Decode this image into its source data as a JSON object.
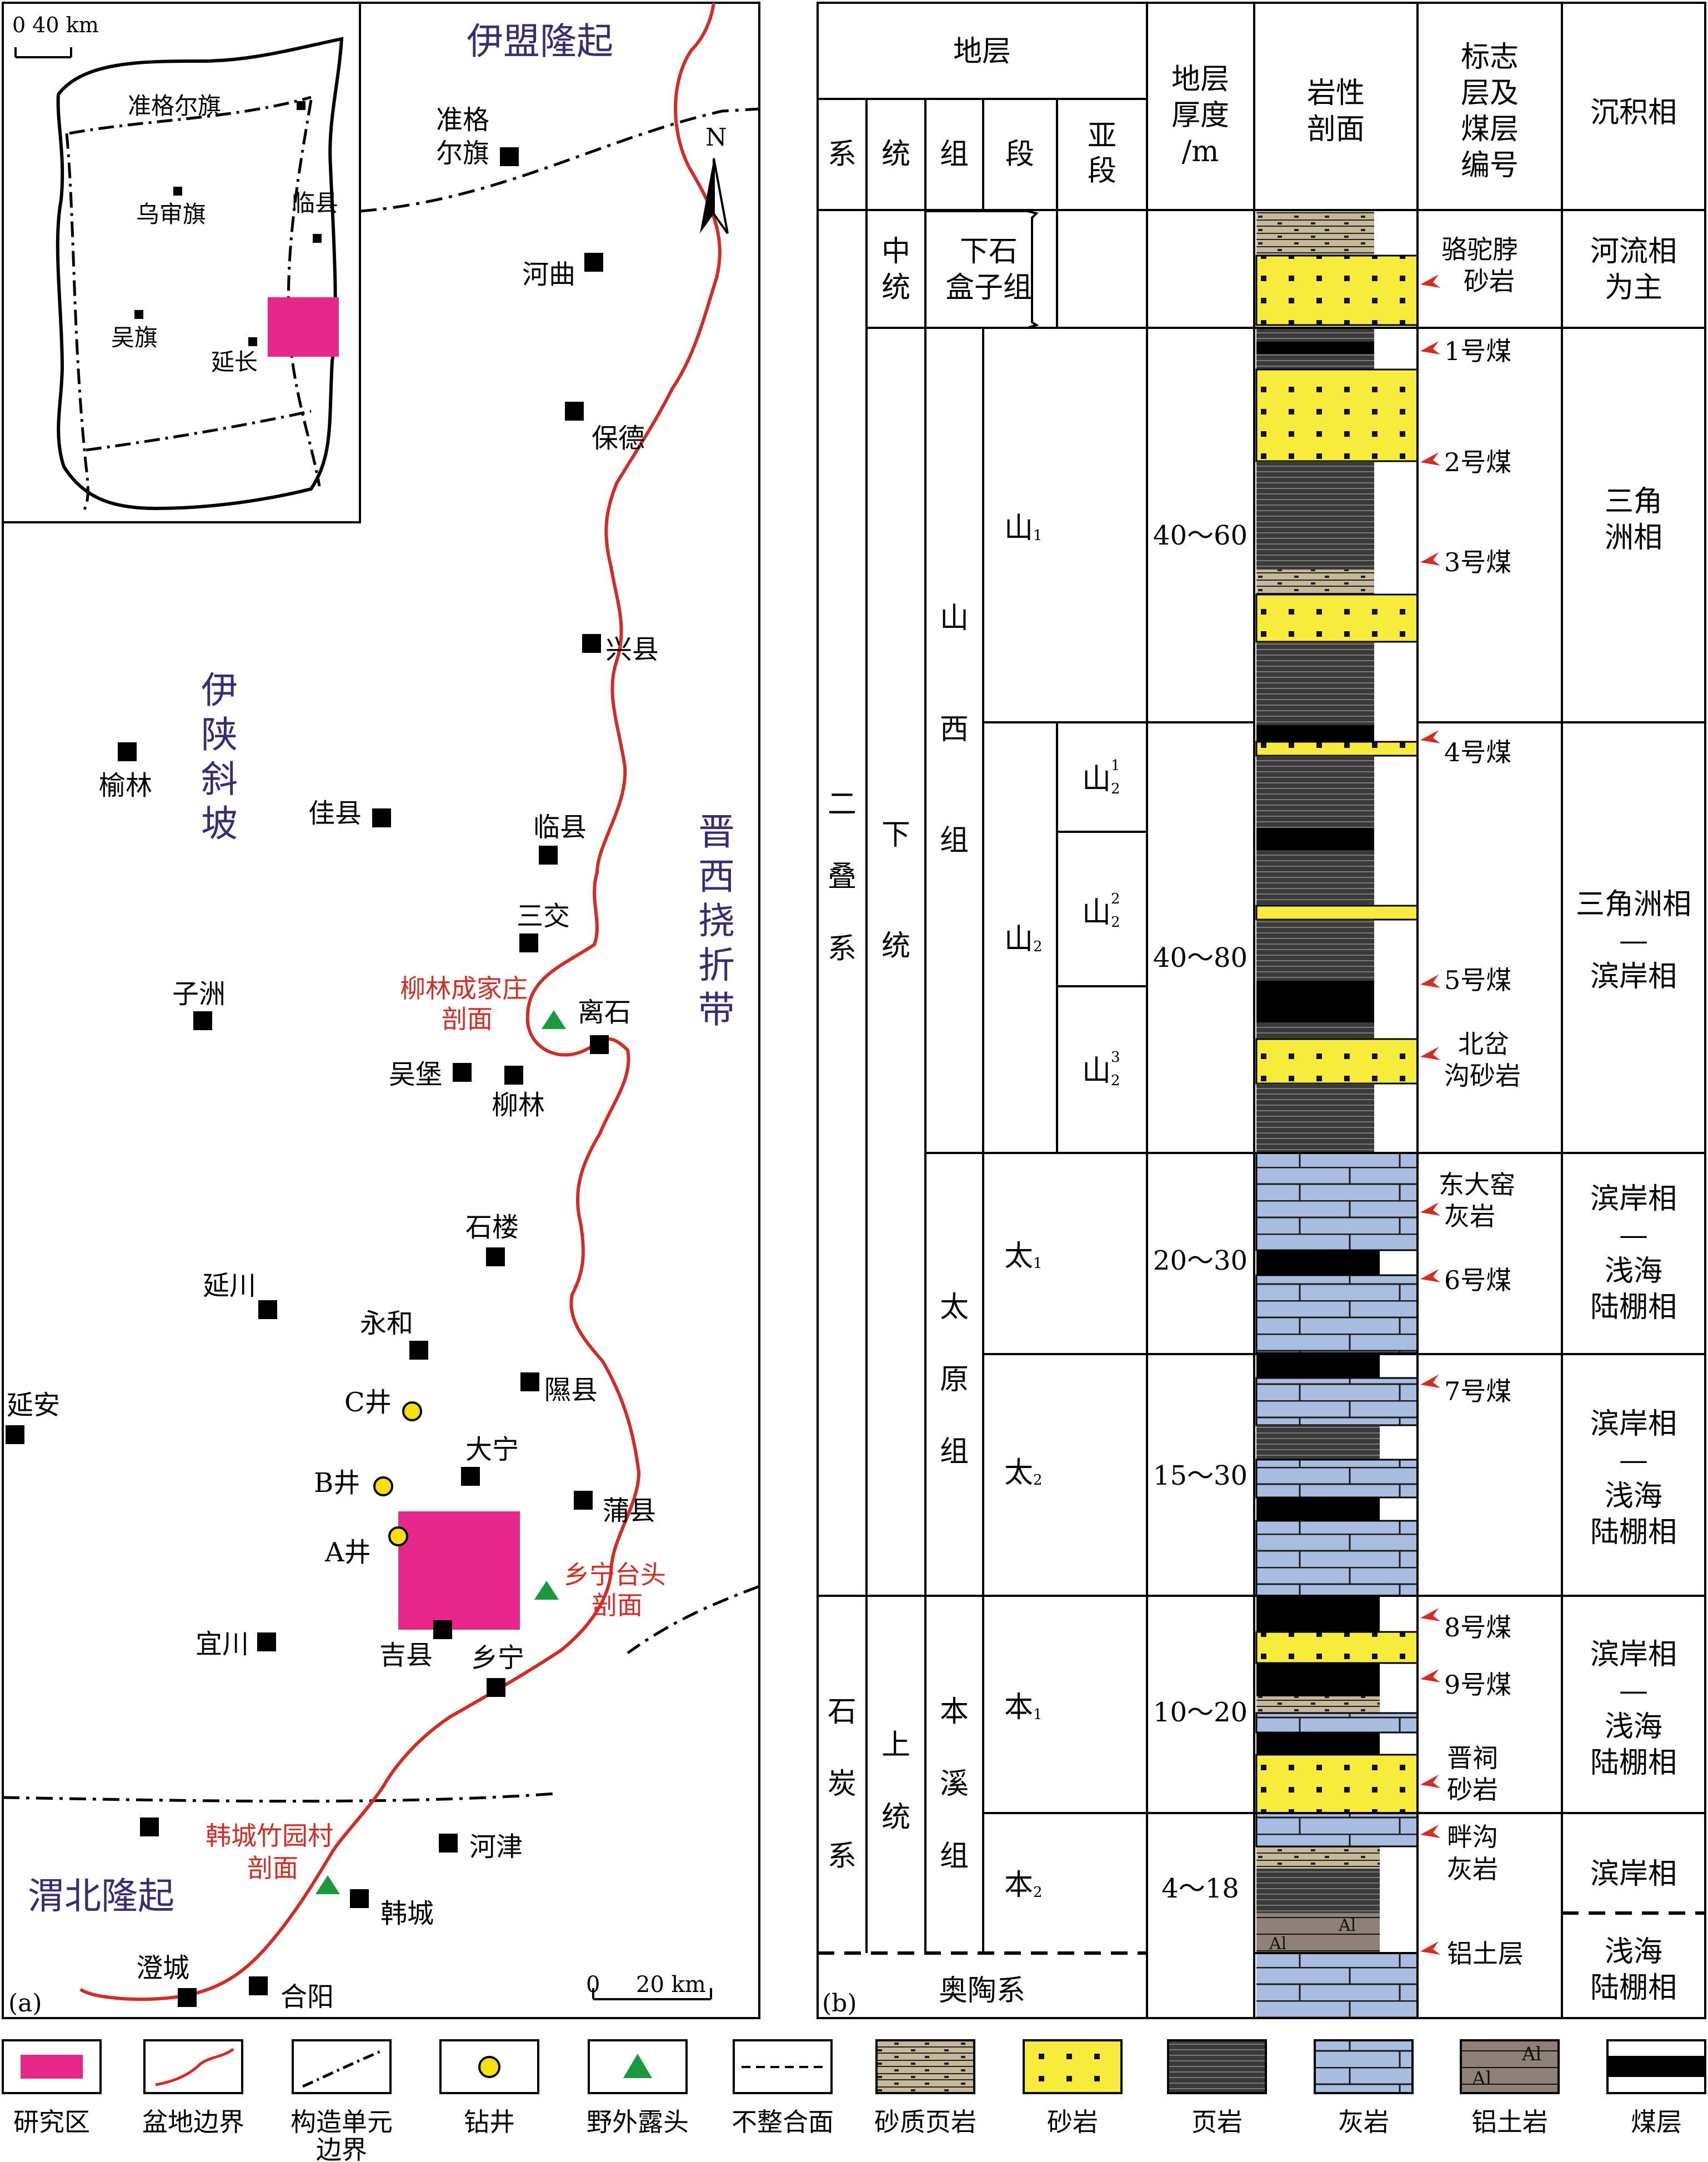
{
  "map": {
    "panel_label": "(a)",
    "regions": {
      "yimeng": "伊盟隆起",
      "yishan": [
        "伊",
        "陕",
        "斜",
        "坡"
      ],
      "jinxi": [
        "晋",
        "西",
        "挠",
        "折",
        "带"
      ],
      "weibei": "渭北隆起"
    },
    "north": "N",
    "scale_main": {
      "zero": "0",
      "value": "20 km"
    },
    "inset": {
      "scale": "0  40 km",
      "labels": [
        "准格尔旗",
        "乌审旗",
        "临县",
        "吴旗",
        "延长"
      ]
    },
    "cities": {
      "zhungeer": [
        "准格",
        "尔旗"
      ],
      "hequ": "河曲",
      "baode": "保德",
      "xingxian": "兴县",
      "yulin": "榆林",
      "jiaxian": "佳县",
      "linxian": "临县",
      "sanjiao": "三交",
      "zizhou": "子洲",
      "lishi": "离石",
      "wubao": "吴堡",
      "liulin": "柳林",
      "shilou": "石楼",
      "yanchuan": "延川",
      "yonghe": "永和",
      "xixian": "隰县",
      "yanan": "延安",
      "daning": "大宁",
      "puxian": "蒲县",
      "yichuan": "宜川",
      "jixian": "吉县",
      "xiangning": "乡宁",
      "hejin": "河津",
      "hancheng": "韩城",
      "chengcheng": "澄城",
      "heyang": "合阳"
    },
    "wells": {
      "c": "C井",
      "b": "B井",
      "a": "A井"
    },
    "sections": {
      "liulin": [
        "柳林成家庄",
        "剖面"
      ],
      "xiangning": [
        "乡宁台头",
        "剖面"
      ],
      "hancheng": [
        "韩城竹园村",
        "剖面"
      ]
    }
  },
  "column": {
    "panel_label": "(b)",
    "headers": {
      "strata": "地层",
      "system": "系",
      "series": "统",
      "formation": "组",
      "member": "段",
      "submember": [
        "亚",
        "段"
      ],
      "thickness": [
        "地层",
        "厚度",
        "/m"
      ],
      "lithology": [
        "岩性",
        "剖面"
      ],
      "marker": [
        "标志",
        "层及",
        "煤层",
        "编号"
      ],
      "facies": "沉积相"
    },
    "systems": {
      "permian": [
        "二",
        "叠",
        "系"
      ],
      "carboniferous": [
        "石",
        "炭",
        "系"
      ]
    },
    "series": {
      "middle": [
        "中",
        "统"
      ],
      "lower": [
        "下",
        "统"
      ],
      "upper": [
        "上",
        "统"
      ]
    },
    "formations": {
      "xiashihezi": [
        "下石",
        "盒子组"
      ],
      "shanxi": [
        "山",
        "西",
        "组"
      ],
      "taiyuan": [
        "太",
        "原",
        "组"
      ],
      "benxi": [
        "本",
        "溪",
        "组"
      ],
      "aotao": "奥陶系"
    },
    "members": {
      "shan1": {
        "main": "山",
        "sub": "1"
      },
      "shan2": {
        "main": "山",
        "sub": "2"
      },
      "tai1": {
        "main": "太",
        "sub": "1"
      },
      "tai2": {
        "main": "太",
        "sub": "2"
      },
      "ben1": {
        "main": "本",
        "sub": "1"
      },
      "ben2": {
        "main": "本",
        "sub": "2"
      }
    },
    "submembers": [
      {
        "main": "山",
        "sup": "1",
        "sub": "2"
      },
      {
        "main": "山",
        "sup": "2",
        "sub": "2"
      },
      {
        "main": "山",
        "sup": "3",
        "sub": "2"
      }
    ],
    "thickness": {
      "shan1": "40～60",
      "shan2": "40～80",
      "tai1": "20～30",
      "tai2": "15～30",
      "ben1": "10～20",
      "ben2": "4～18"
    },
    "markers": {
      "luotuobo": [
        "骆驼脖",
        "砂岩"
      ],
      "coal1": "1号煤",
      "coal2": "2号煤",
      "coal3": "3号煤",
      "coal4": "4号煤",
      "coal5": "5号煤",
      "beicha": [
        "北岔",
        "沟砂岩"
      ],
      "dongdayao": [
        "东大窑",
        "灰岩"
      ],
      "coal6": "6号煤",
      "coal7": "7号煤",
      "coal8": "8号煤",
      "coal9": "9号煤",
      "jinci": [
        "晋祠",
        "砂岩"
      ],
      "pangou": [
        "畔沟",
        "灰岩"
      ],
      "lvtu": "铝土层"
    },
    "facies": {
      "river": [
        "河流相",
        "为主"
      ],
      "delta": [
        "三角",
        "洲相"
      ],
      "delta_coast": [
        "三角洲相",
        "—",
        "滨岸相"
      ],
      "coast_shelf_1": [
        "滨岸相",
        "—",
        "浅海",
        "陆棚相"
      ],
      "coast_shelf_2": [
        "滨岸相",
        "—",
        "浅海",
        "陆棚相"
      ],
      "coast_shelf_3": [
        "滨岸相",
        "—",
        "浅海",
        "陆棚相"
      ],
      "coast": "滨岸相",
      "shelf": [
        "浅海",
        "陆棚相"
      ]
    },
    "al_label": "Al"
  },
  "legend": {
    "study_area": "研究区",
    "basin_boundary": "盆地边界",
    "tectonic_boundary": [
      "构造单元",
      "边界"
    ],
    "well": "钻井",
    "outcrop": "野外露头",
    "unconformity": "不整合面",
    "sandy_shale": "砂质页岩",
    "sandstone": "砂岩",
    "shale": "页岩",
    "limestone": "灰岩",
    "bauxite": "铝土岩",
    "coal": "煤层",
    "al_label": "Al"
  },
  "colors": {
    "study_area": "#e8278a",
    "basin_boundary": "#d62b22",
    "outcrop": "#1a9a3c",
    "well": "#f6e20a",
    "region_text": "#3a2a7a",
    "section_text": "#d62b22",
    "sandstone": "#f7ec3c",
    "sandy_shale": "#c6b99a",
    "shale": "#3a3a3a",
    "limestone": "#a9bde0",
    "bauxite": "#8f8178",
    "coal": "#000000"
  }
}
